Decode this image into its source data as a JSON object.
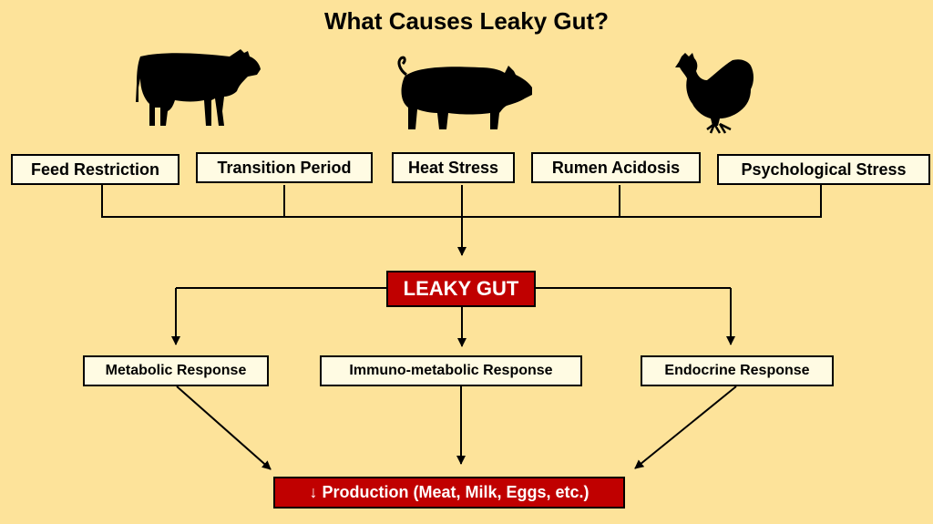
{
  "title": "What Causes Leaky Gut?",
  "animals": [
    "cow-icon",
    "pig-icon",
    "chicken-icon"
  ],
  "causes": [
    "Feed Restriction",
    "Transition Period",
    "Heat Stress",
    "Rumen Acidosis",
    "Psychological Stress"
  ],
  "center": "LEAKY GUT",
  "responses": [
    "Metabolic Response",
    "Immuno-metabolic Response",
    "Endocrine Response"
  ],
  "outcome": "↓ Production (Meat, Milk, Eggs, etc.)",
  "colors": {
    "background": "#fde39a",
    "box_fill": "#fffbe3",
    "accent_red": "#c00000"
  }
}
